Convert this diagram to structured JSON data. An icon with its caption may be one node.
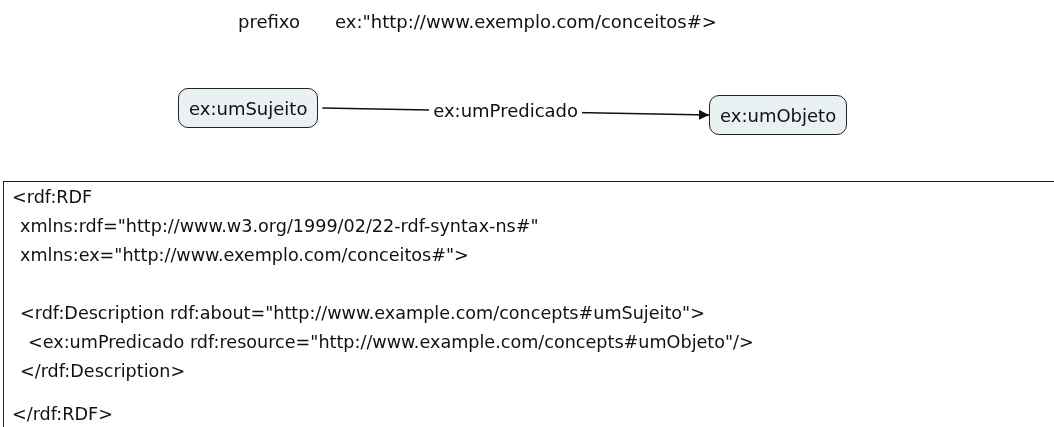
{
  "diagram": {
    "nodes": [
      {
        "text": [
          "ex:umSujeito"
        ]
      },
      {
        "text": [
          "ex:umObjeto"
        ]
      },
      {
        "text": [
          "<rdf:RDF",
          "xmlns:rdf=\"http://www.w3.org/1999/02/22-rdf-syntax-ns#\"",
          "xmlns:ex=\"http://www.exemplo.com/conceitos#\">",
          "<rdf:Description rdf:about=\"http://www.example.com/concepts#umSujeito\">",
          "<ex:umPredicado rdf:resource=\"http://www.example.com/concepts#umObjeto\"/>",
          "</rdf:Description>",
          "</rdf:RDF>"
        ]
      }
    ],
    "edges": [
      {
        "from": 0,
        "to": 1,
        "label": "ex:umPredicado",
        "arrow": "to"
      }
    ],
    "labels": [
      "prefixo",
      "ex:\"http://www.exemplo.com/conceitos#>"
    ]
  }
}
